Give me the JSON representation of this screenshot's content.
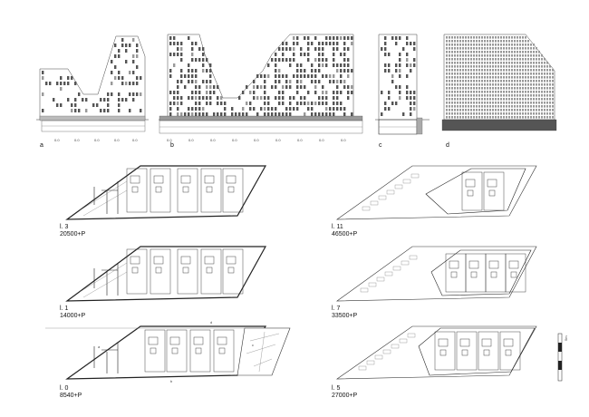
{
  "elevations": [
    {
      "id": "a",
      "label": "a"
    },
    {
      "id": "b",
      "label": "b"
    },
    {
      "id": "c",
      "label": "c"
    },
    {
      "id": "d",
      "label": "d"
    }
  ],
  "plans": [
    {
      "id": "l3",
      "level": "l. 3",
      "elevation": "20500+P"
    },
    {
      "id": "l1",
      "level": "l. 1",
      "elevation": "14000+P"
    },
    {
      "id": "l0",
      "level": "l. 0",
      "elevation": "8540+P"
    },
    {
      "id": "l11",
      "level": "l. 11",
      "elevation": "46500+P"
    },
    {
      "id": "l7",
      "level": "l. 7",
      "elevation": "33500+P"
    },
    {
      "id": "l5",
      "level": "l. 5",
      "elevation": "27000+P"
    }
  ],
  "section_marks": {
    "a": "a",
    "b": "b",
    "c": "c",
    "d": "d"
  },
  "scale_bar": {
    "label": "5m"
  }
}
